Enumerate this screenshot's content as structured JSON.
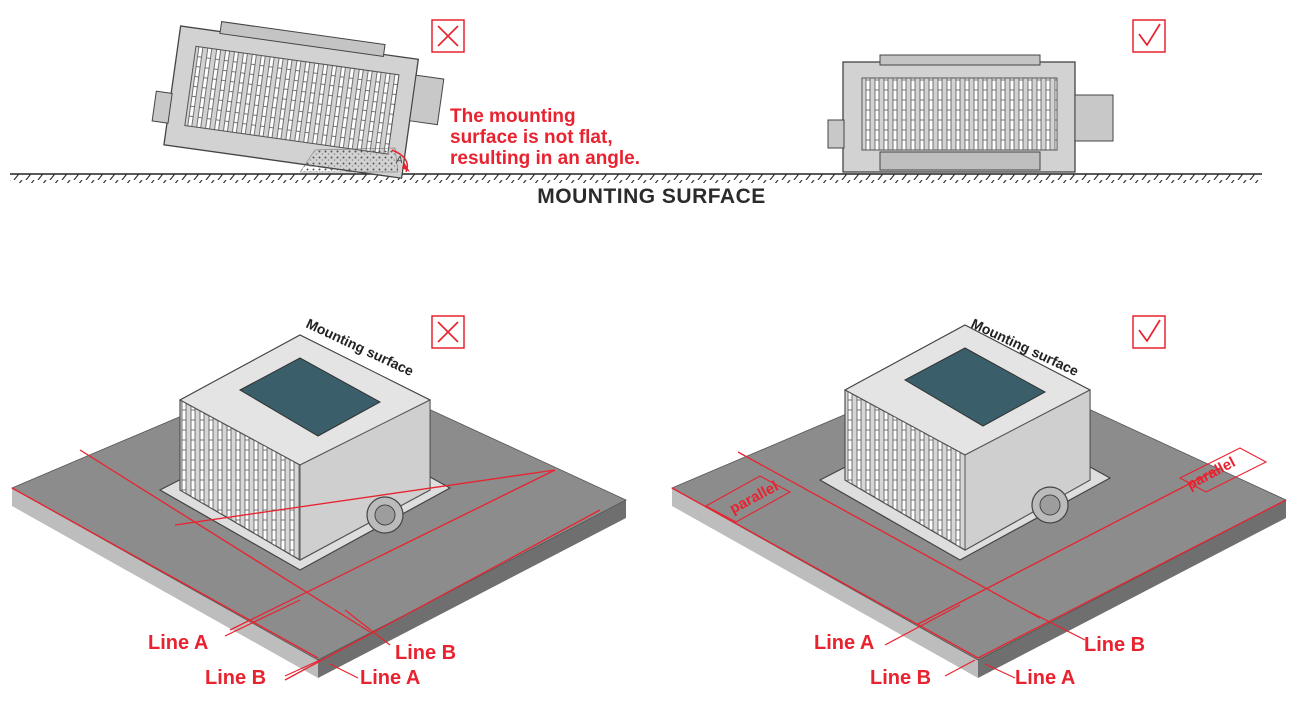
{
  "top": {
    "surface_label": "MOUNTING SURFACE",
    "note_lines": [
      "The mounting",
      "surface is not flat,",
      "resulting in an angle."
    ],
    "angle_label": "A",
    "wrong_mark": "cross-mark",
    "right_mark": "check-mark"
  },
  "bottom_left": {
    "mark": "cross-mark",
    "surface_label": "Mounting surface",
    "lines": {
      "upper_left": "Line A",
      "upper_right": "Line B",
      "lower_left": "Line B",
      "lower_right": "Line A"
    }
  },
  "bottom_right": {
    "mark": "check-mark",
    "surface_label": "Mounting surface",
    "parallel_left": "parallel",
    "parallel_right": "parallel",
    "lines": {
      "upper_left": "Line A",
      "upper_right": "Line B",
      "lower_left": "Line B",
      "lower_right": "Line A"
    }
  },
  "colors": {
    "accent_red": "#e8232f",
    "device_gray": "#c9c9c9",
    "surface_gray": "#8c8c8c",
    "text_dark": "#2b2b2b"
  }
}
